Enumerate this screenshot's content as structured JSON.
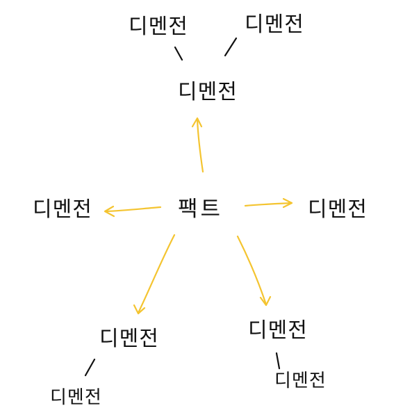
{
  "center": {
    "label": "팩트"
  },
  "nodes": {
    "top": "디멘전",
    "top_left": "디멘전",
    "top_right": "디멘전",
    "left": "디멘전",
    "right": "디멘전",
    "bottom_left": "디멘전",
    "bottom_left_child": "디멘전",
    "bottom_right": "디멘전",
    "bottom_right_child": "디멘전"
  },
  "colors": {
    "arrow": "#f4c430",
    "line": "#111111",
    "text": "#111111",
    "background": "#ffffff"
  }
}
